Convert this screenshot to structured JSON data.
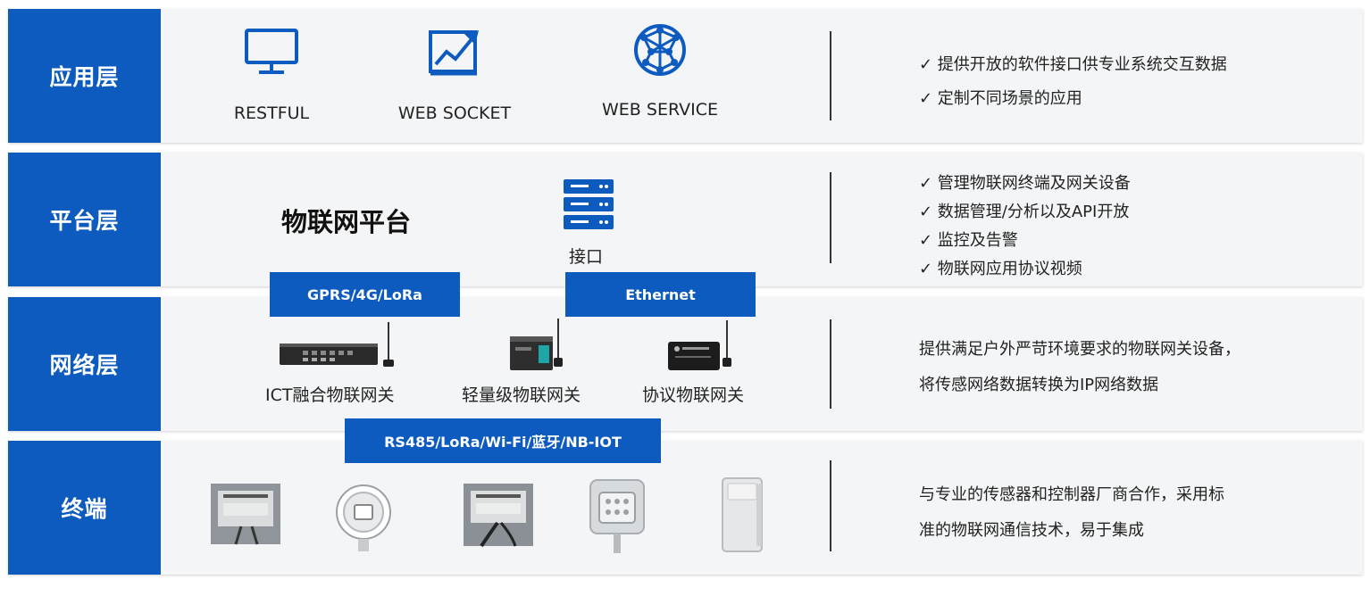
{
  "layers": {
    "app": {
      "label": "应用层",
      "icons": [
        "RESTFUL",
        "WEB SOCKET",
        "WEB SERVICE"
      ],
      "desc": [
        "✓ 提供开放的软件接口供专业系统交互数据",
        "✓ 定制不同场景的应用"
      ]
    },
    "platform": {
      "label": "平台层",
      "title": "物联网平台",
      "server_caption": "接口",
      "desc": [
        "✓ 管理物联网终端及网关设备",
        "✓ 数据管理/分析以及API开放",
        "✓ 监控及告警",
        "✓ 物联网应用协议视频"
      ]
    },
    "network": {
      "label": "网络层",
      "devices": [
        "ICT融合物联网关",
        "轻量级物联网关",
        "协议物联网关"
      ],
      "desc": [
        "提供满足户外严苛环境要求的物联网关设备，",
        "将传感网络数据转换为IP网络数据"
      ]
    },
    "terminal": {
      "label": "终端",
      "desc": [
        "与专业的传感器和控制器厂商合作，采用标",
        "准的物联网通信技术，易于集成"
      ]
    }
  },
  "chips": {
    "gprs": "GPRS/4G/LoRa",
    "ethernet": "Ethernet",
    "rs485": "RS485/LoRa/Wi-Fi/蓝牙/NB-IOT"
  },
  "colors": {
    "brand_blue": "#0d5bbf",
    "row_bg": "#f4f5f7"
  }
}
